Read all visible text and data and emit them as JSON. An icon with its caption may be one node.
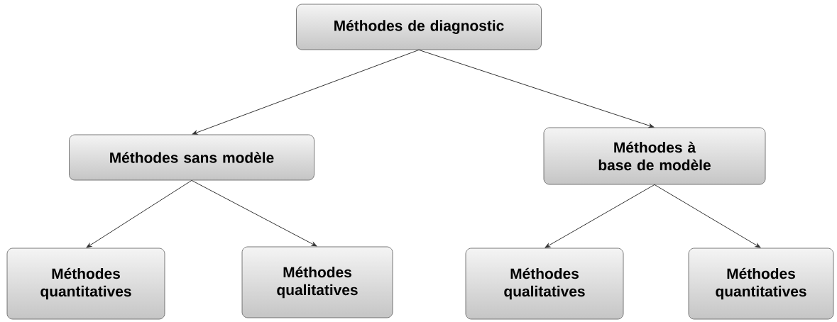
{
  "diagram": {
    "nodes": [
      {
        "text": [
          "Méthodes de diagnostic"
        ]
      },
      {
        "text": [
          "Méthodes sans modèle"
        ]
      },
      {
        "text": [
          "Méthodes à base de modèle"
        ]
      },
      {
        "text": [
          "Méthodes quantitatives"
        ]
      },
      {
        "text": [
          "Méthodes qualitatives"
        ]
      },
      {
        "text": [
          "Méthodes qualitatives"
        ]
      },
      {
        "text": [
          "Méthodes quantitatives"
        ]
      }
    ],
    "edges": [
      {
        "from": 0,
        "to": 1,
        "arrow": "to"
      },
      {
        "from": 0,
        "to": 2,
        "arrow": "to"
      },
      {
        "from": 1,
        "to": 3,
        "arrow": "to"
      },
      {
        "from": 1,
        "to": 4,
        "arrow": "to"
      },
      {
        "from": 2,
        "to": 5,
        "arrow": "to"
      },
      {
        "from": 2,
        "to": 6,
        "arrow": "to"
      }
    ]
  }
}
